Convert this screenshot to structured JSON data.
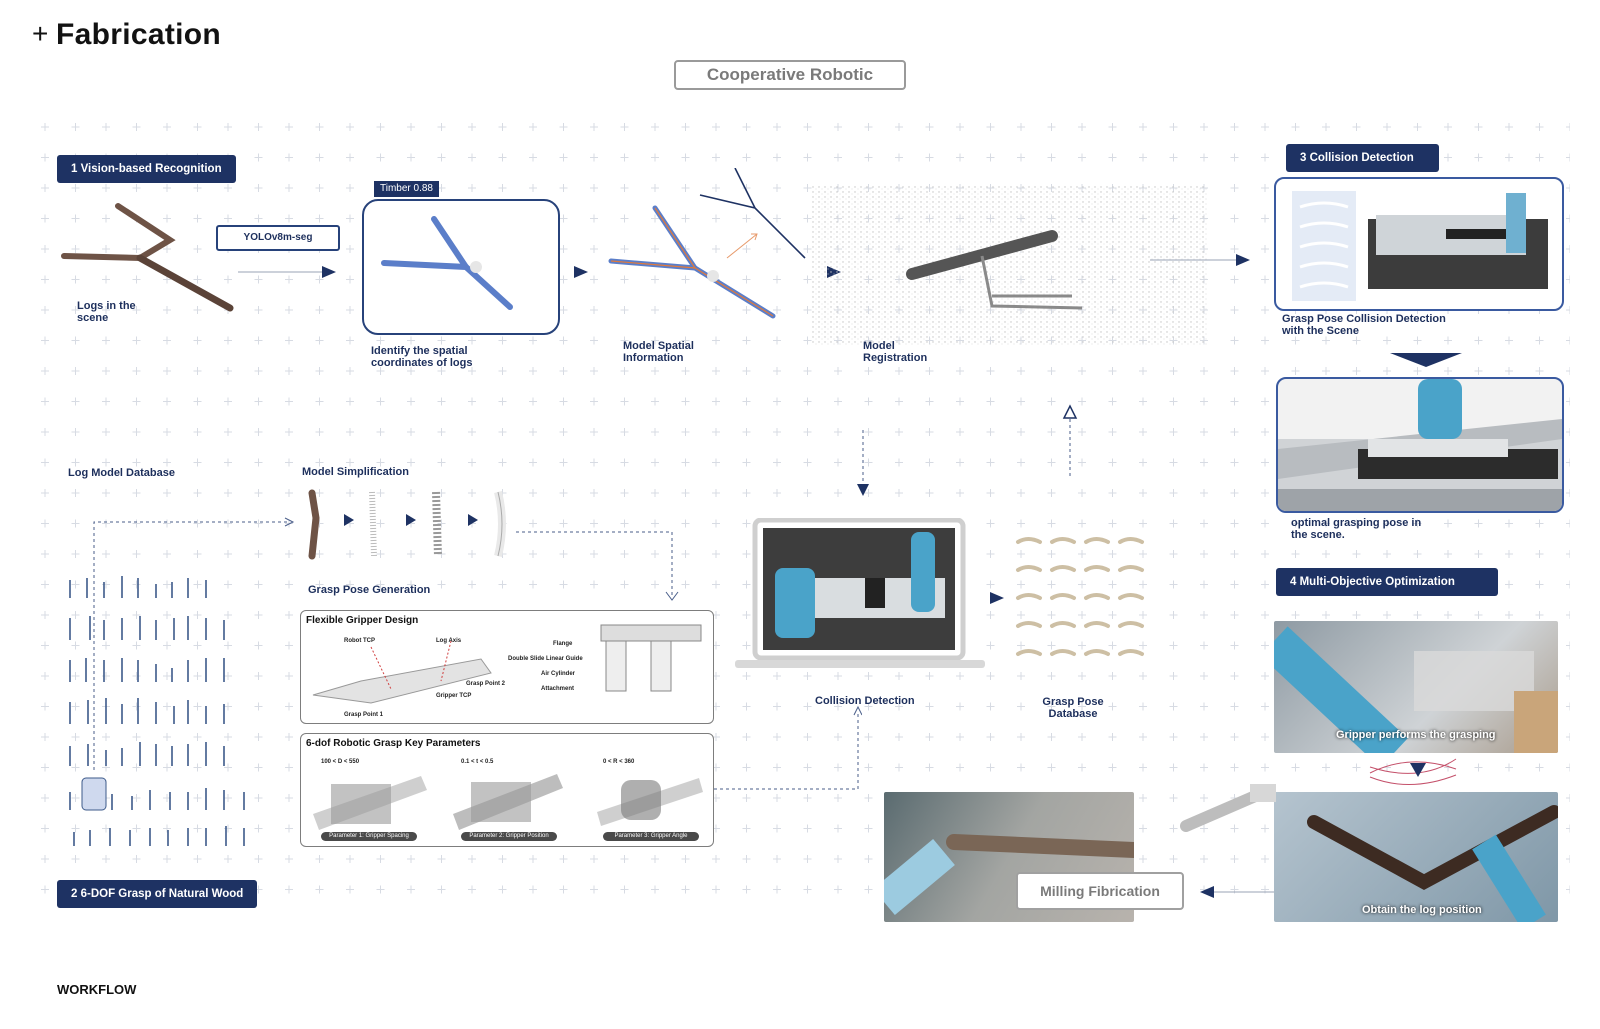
{
  "page": {
    "title": "Fabrication",
    "footer": "WORKFLOW"
  },
  "header": {
    "label": "Cooperative Robotic"
  },
  "steps": {
    "s1": "1   Vision-based Recognition",
    "s2": "2   6-DOF Grasp of Natural Wood",
    "s3": "3   Collision Detection",
    "s4": "4   Multi-Objective Optimization"
  },
  "recognition": {
    "logs_label": "Logs in the scene",
    "model": "YOLOv8m-seg",
    "timber_tag": "Timber 0.88",
    "identify_label": "Identify the spatial coordinates of logs",
    "spatial_label": "Model Spatial Information",
    "registration_label": "Model Registration"
  },
  "collision_top": {
    "grasp_caption": "Grasp Pose Collision Detection with the Scene",
    "optimal_caption": "optimal grasping pose in the scene."
  },
  "database": {
    "log_db_label": "Log  Model Database",
    "simplification_label": "Model Simplification",
    "grasp_gen_label": "Grasp Pose Generation"
  },
  "gripper_panel": {
    "title": "Flexible Gripper Design",
    "labels": [
      "Robot TCP",
      "Log Axis",
      "Grasp Point 2",
      "Gripper TCP",
      "Grasp Point 1",
      "Flange",
      "Double Slide Linear Guide",
      "Air Cylinder",
      "Attachment"
    ]
  },
  "params_panel": {
    "title": "6-dof Robotic Grasp Key Parameters",
    "ranges": [
      "100 < D < 550",
      "0.1 < t < 0.5",
      "0 < R < 360"
    ],
    "pills": [
      "Parameter 1: Gripper Spacing",
      "Parameter 2: Gripper Position",
      "Parameter 3: Gripper Angle"
    ]
  },
  "middle": {
    "collision_label": "Collision Detection",
    "grasp_db_label": "Grasp Pose Database"
  },
  "photos": {
    "gripper_caption": "Gripper performs the grasping",
    "obtain_caption": "Obtain the log position",
    "milling_label": "Milling Fibrication"
  },
  "colors": {
    "navy": "#1e3263",
    "blue_seg": "#5b7ec9",
    "orange_axis": "#e07a3c",
    "robot_blue": "#4aa3c9"
  }
}
